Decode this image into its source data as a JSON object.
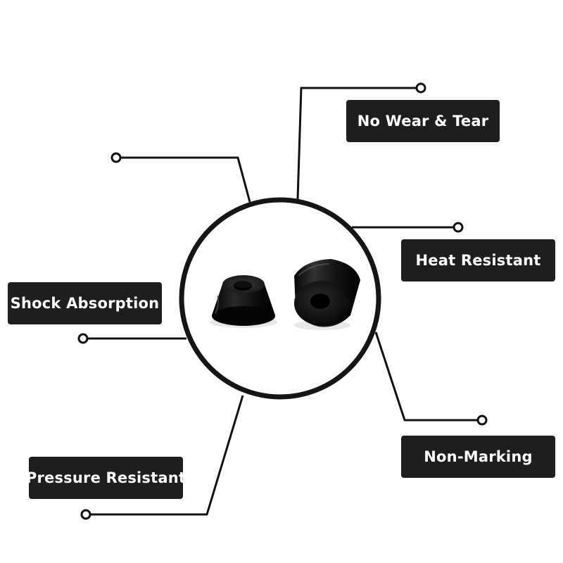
{
  "features": {
    "no_wear_tear": "No Wear & Tear",
    "heat_resistant": "Heat Resistant",
    "shock_absorption": "Shock Absorption",
    "non_marking": "Non-Marking",
    "pressure_resistant": "Pressure Resistant"
  },
  "colors": {
    "label_background": "#1e1e1e",
    "label_text": "#ffffff",
    "lines": "#111111",
    "product": "#0a0a0a"
  },
  "icons": {
    "product": "rubber-feet-product-image",
    "connector": "callout-dot-icon"
  }
}
